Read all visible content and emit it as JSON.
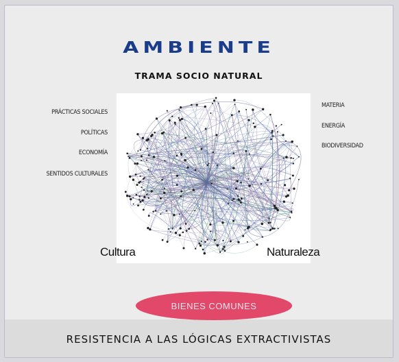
{
  "title": "AMBIENTE",
  "subtitle": "TRAMA SOCIO NATURAL",
  "left_labels": [
    "PRÁCTICAS SOCIALES",
    "POLÍTICAS",
    "ECONOMÍA",
    "SENTIDOS CULTURALES"
  ],
  "right_labels": [
    "MATERIA",
    "ENERGÍA",
    "BIODIVERSIDAD"
  ],
  "culture_label": "Cultura",
  "nature_label": "Naturaleza",
  "pill_label": "BIENES COMUNES",
  "bottom_text": "RESISTENCIA A LAS LÓGICAS EXTRACTIVISTAS",
  "colors": {
    "title": "#1a3c8a",
    "pill": "#e2486a",
    "network_edges": "#6b6f9a",
    "network_nodes": "#222222"
  }
}
